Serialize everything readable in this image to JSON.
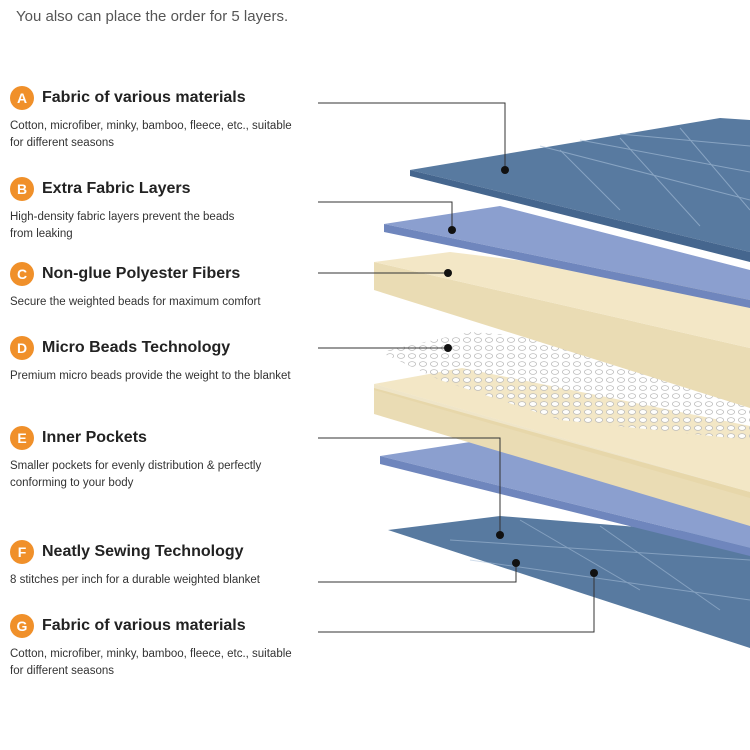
{
  "intro_text": "You also can place the order for 5 layers.",
  "layers": [
    {
      "letter": "A",
      "title": "Fabric of various materials",
      "desc": "Cotton, microfiber, minky, bamboo, fleece, etc., suitable for different seasons"
    },
    {
      "letter": "B",
      "title": "Extra Fabric Layers",
      "desc": "High-density fabric layers prevent the beads from leaking"
    },
    {
      "letter": "C",
      "title": "Non-glue Polyester Fibers",
      "desc": "Secure the weighted beads for maximum comfort"
    },
    {
      "letter": "D",
      "title": "Micro Beads Technology",
      "desc": "Premium micro beads provide the weight to the blanket"
    },
    {
      "letter": "E",
      "title": "Inner Pockets",
      "desc": "Smaller pockets for evenly distribution & perfectly conforming to your body"
    },
    {
      "letter": "F",
      "title": "Neatly Sewing Technology",
      "desc": "8 stitches per inch for a durable weighted blanket"
    },
    {
      "letter": "G",
      "title": "Fabric of various materials",
      "desc": "Cotton, microfiber, minky, bamboo, fleece, etc., suitable for different seasons"
    }
  ],
  "colors": {
    "badge": "#f0902a",
    "outer_fabric": "#587aa0",
    "inner_fabric": "#8b9fcf",
    "fiber_fill": "#f3e7c6",
    "leader_line": "#333333"
  }
}
